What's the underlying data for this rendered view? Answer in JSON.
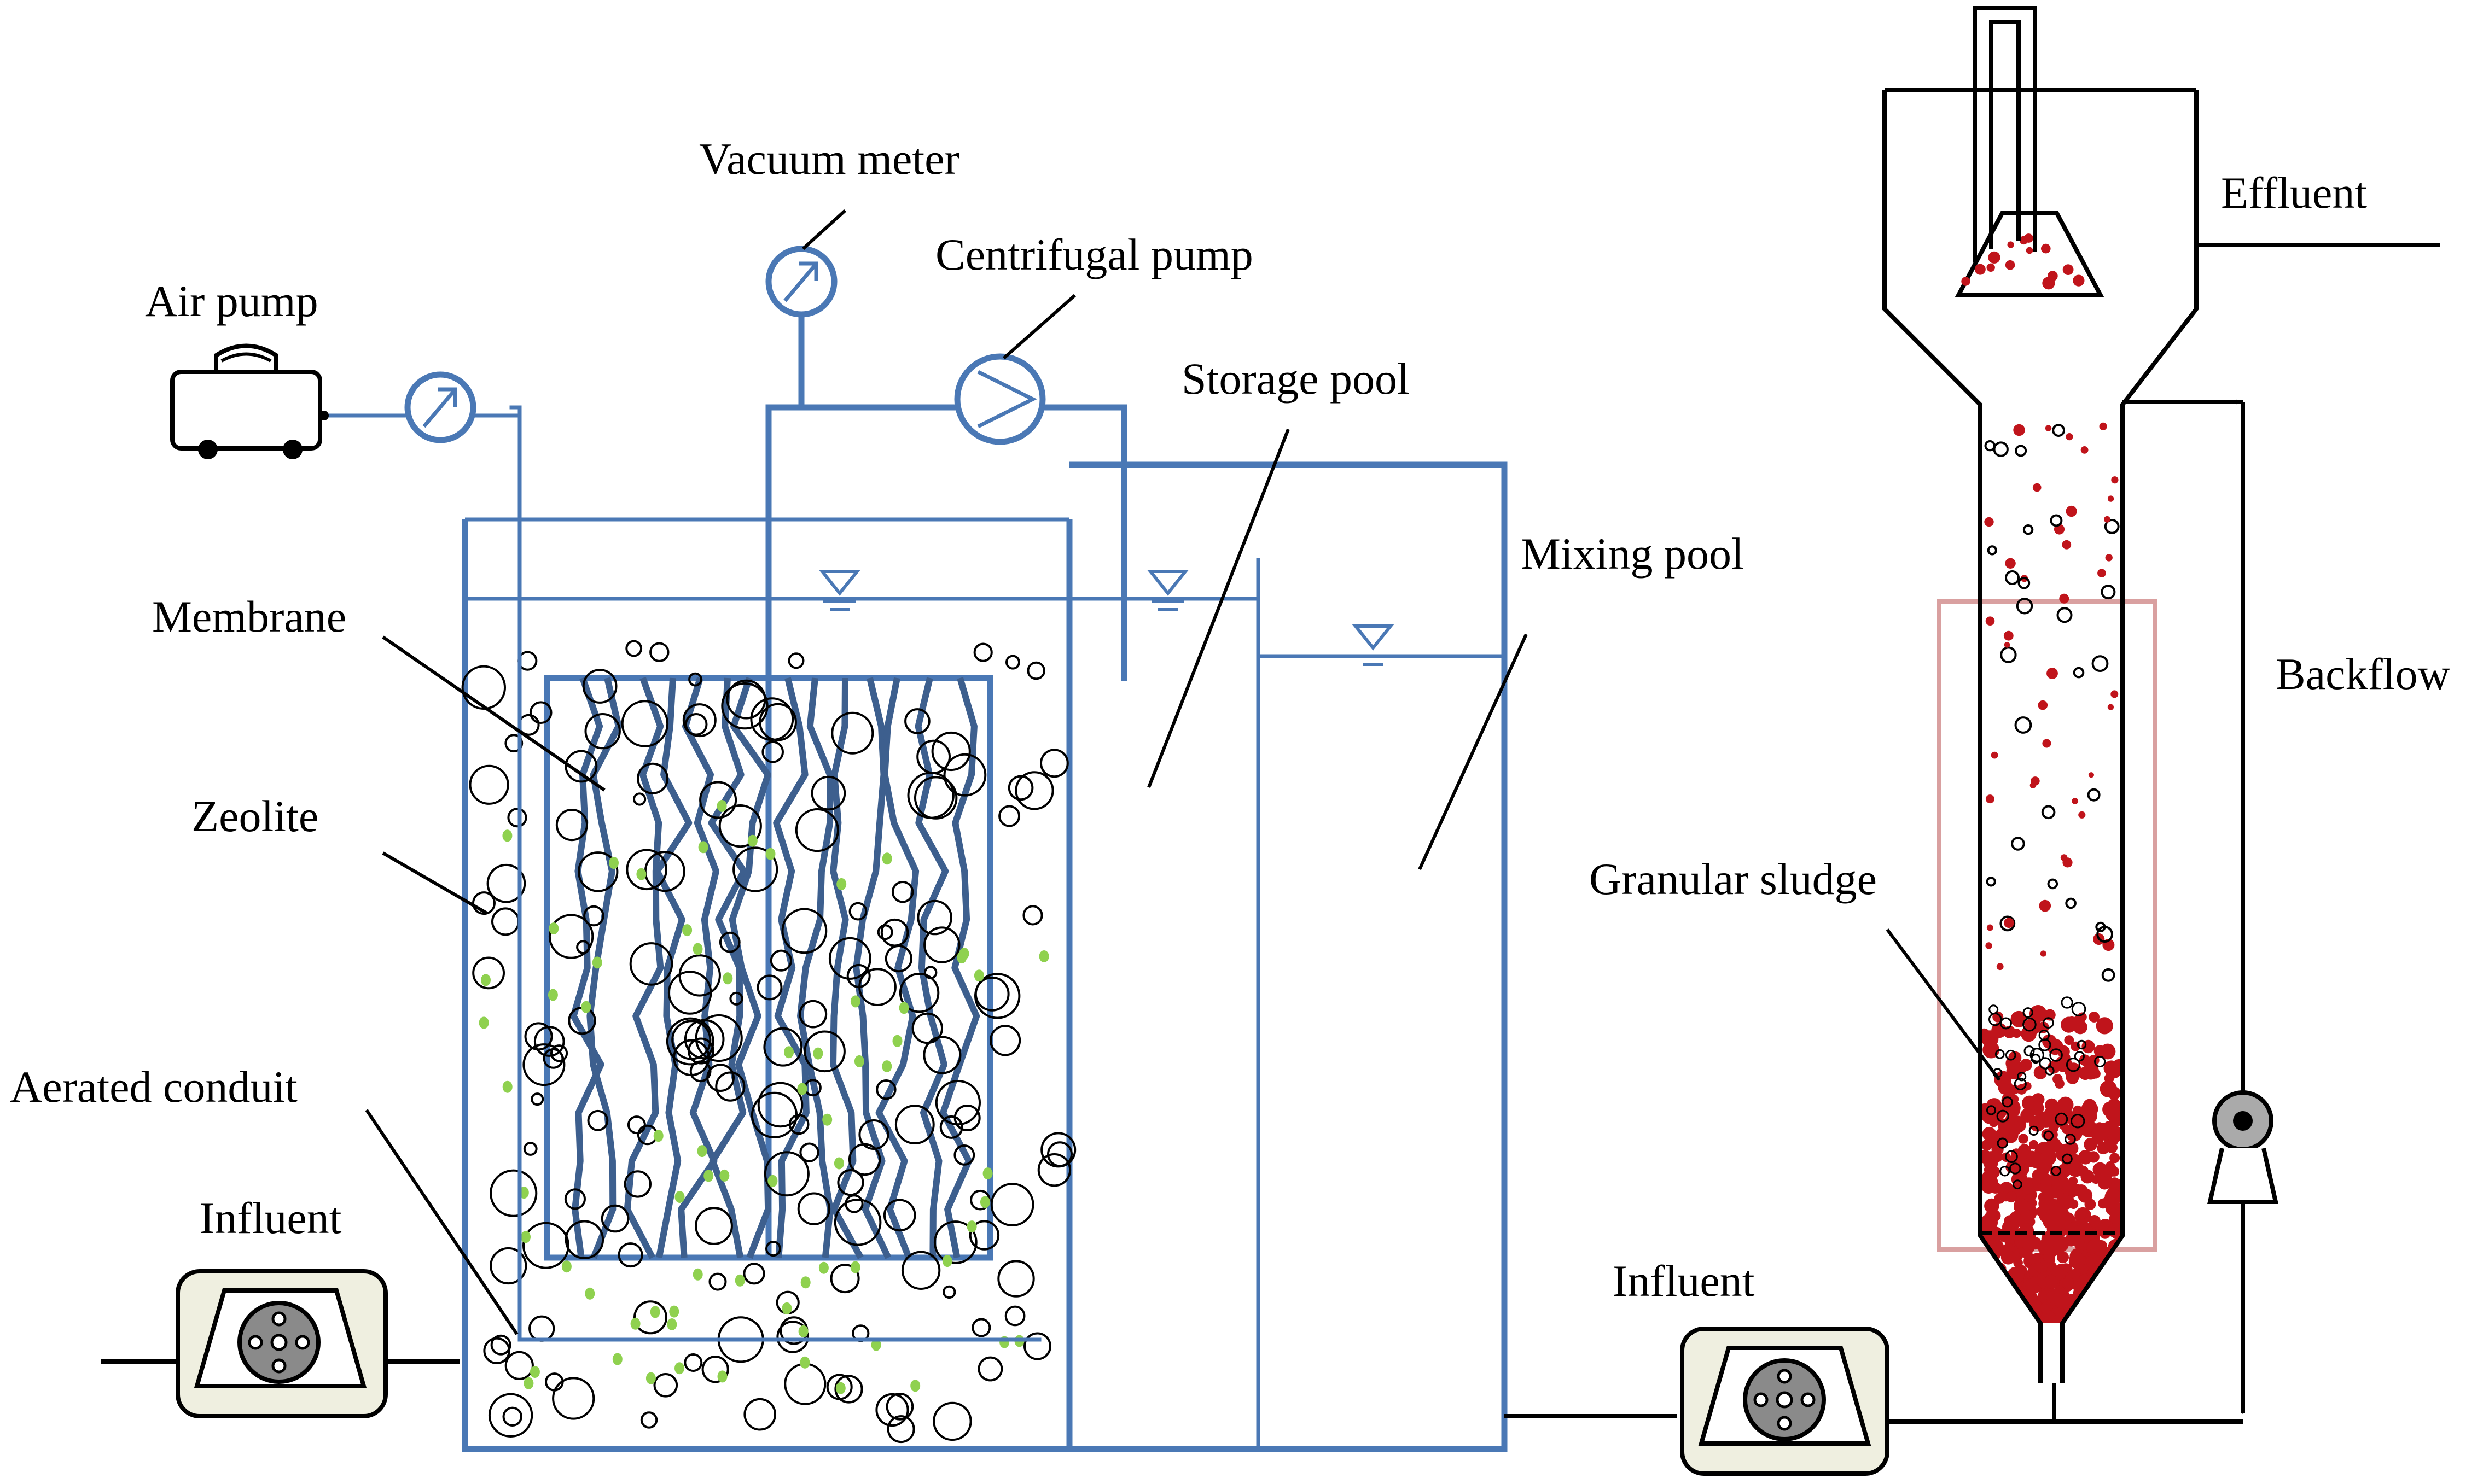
{
  "labels": {
    "vacuum_meter": "Vacuum meter",
    "centrifugal_pump": "Centrifugal pump",
    "air_pump": "Air pump",
    "storage_pool": "Storage pool",
    "mixing_pool": "Mixing pool",
    "membrane": "Membrane",
    "zeolite": "Zeolite",
    "aerated_conduit": "Aerated conduit",
    "influent_left": "Influent",
    "influent_right": "Influent",
    "effluent": "Effluent",
    "backflow": "Backflow",
    "granular_sludge": "Granular sludge"
  },
  "colors": {
    "pipe_blue": "#4a78b5",
    "membrane_fiber": "#3d5f8e",
    "zeolite_green": "#8fd14f",
    "sludge_red": "#c0141b",
    "zone_box": "#d9a0a0",
    "pump_body": "#efefe0",
    "pump_rotor": "#8a8a8a"
  },
  "icons": {
    "air_pump": "air-pump-icon",
    "vacuum_meter": "gauge-icon",
    "centrifugal_pump": "centrifugal-pump-icon",
    "peristaltic_pump": "peristaltic-pump-icon",
    "backflow_pump": "recirculation-pump-icon",
    "water_level": "water-level-icon"
  }
}
